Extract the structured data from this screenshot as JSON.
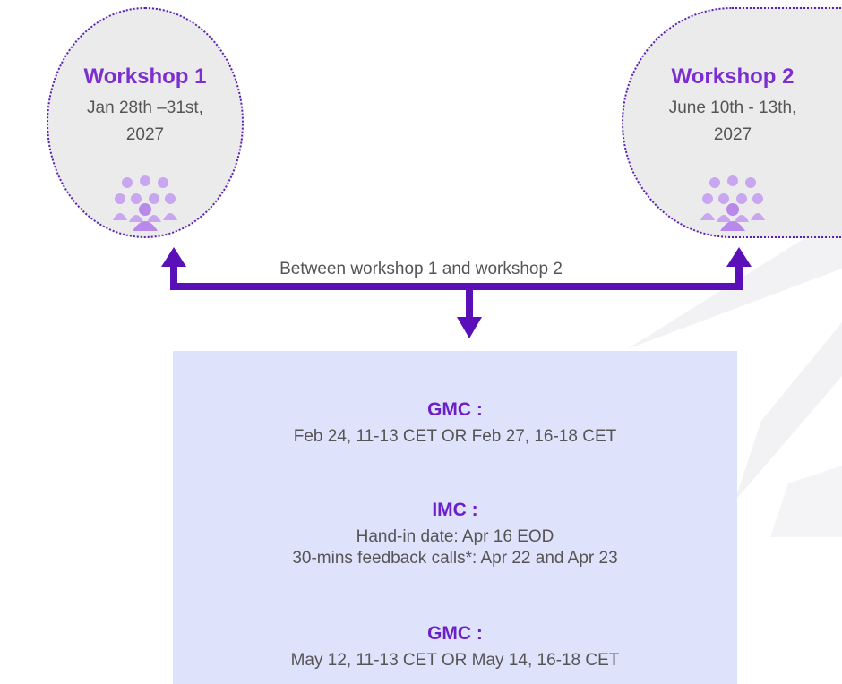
{
  "workshop1": {
    "title": "Workshop 1",
    "date_line1": "Jan 28th –31st,",
    "date_line2": "2027"
  },
  "workshop2": {
    "title": "Workshop 2",
    "date_line1": "June 10th - 13th,",
    "date_line2": "2027"
  },
  "connector_label": "Between workshop 1 and workshop 2",
  "sections": [
    {
      "title": "GMC :",
      "lines": [
        "Feb 24, 11-13 CET OR Feb 27, 16-18 CET"
      ]
    },
    {
      "title": "IMC :",
      "lines": [
        "Hand-in date: Apr 16 EOD",
        "30-mins feedback calls*: Apr 22 and Apr 23"
      ]
    },
    {
      "title": "GMC :",
      "lines": [
        "May 12, 11-13 CET OR May 14, 16-18 CET"
      ]
    }
  ],
  "icons": [
    "people-group-icon",
    "people-group-icon"
  ],
  "colors": {
    "accent": "#7b2fd0",
    "arrow": "#5b0fb8",
    "box": "#dfe2fb",
    "circle": "#ebebeb"
  }
}
